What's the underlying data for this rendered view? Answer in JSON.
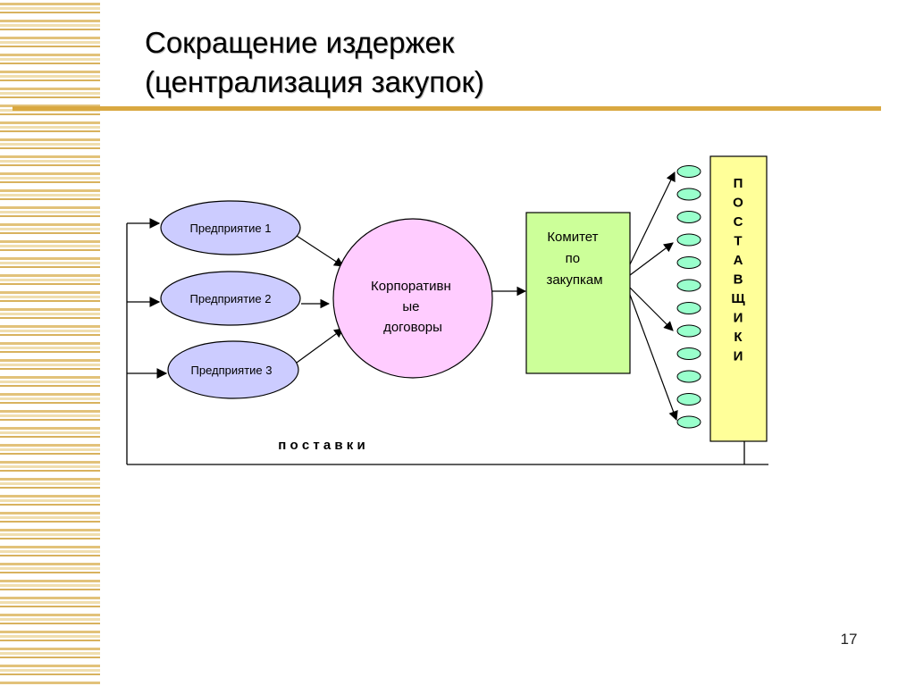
{
  "title": {
    "line1": "Сокращение издержек",
    "line2": "(централизация закупок)"
  },
  "diagram": {
    "enterprises": [
      "Предприятие 1",
      "Предприятие 2",
      "Предприятие 3"
    ],
    "contracts": [
      "Корпоративн",
      "ые",
      "договоры"
    ],
    "committee": [
      "Комитет",
      "по",
      "закупкам"
    ],
    "suppliers_letters": [
      "П",
      "О",
      "С",
      "Т",
      "А",
      "В",
      "Щ",
      "И",
      "К",
      "И"
    ],
    "deliveries_label": "п о с т а в к и",
    "supplier_node_count": 12
  },
  "colors": {
    "accent": "#d9a841",
    "enterprise_fill": "#ccccff",
    "contracts_fill": "#ffccff",
    "committee_fill": "#ccff99",
    "suppliers_fill": "#ffff99",
    "supplier_node_fill": "#99ffcc"
  },
  "slide_number": "17"
}
